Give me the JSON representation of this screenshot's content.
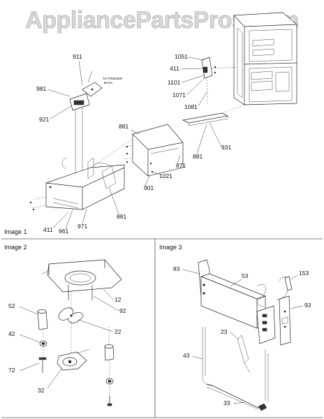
{
  "watermark": "AppliancePartsPros.com",
  "panels": [
    {
      "label": "Image 1",
      "callouts": [
        "911",
        "981",
        "921",
        "1051",
        "411",
        "1101",
        "1071",
        "1081",
        "881",
        "931",
        "881",
        "871",
        "1021",
        "901",
        "881",
        "411",
        "961",
        "971"
      ],
      "note_lines": [
        "TO FREEZER",
        "BACK"
      ]
    },
    {
      "label": "Image 2",
      "callouts": [
        "12",
        "92",
        "22",
        "52",
        "42",
        "72",
        "32"
      ]
    },
    {
      "label": "Image 3",
      "callouts": [
        "83",
        "53",
        "153",
        "93",
        "23",
        "43",
        "33"
      ]
    }
  ]
}
